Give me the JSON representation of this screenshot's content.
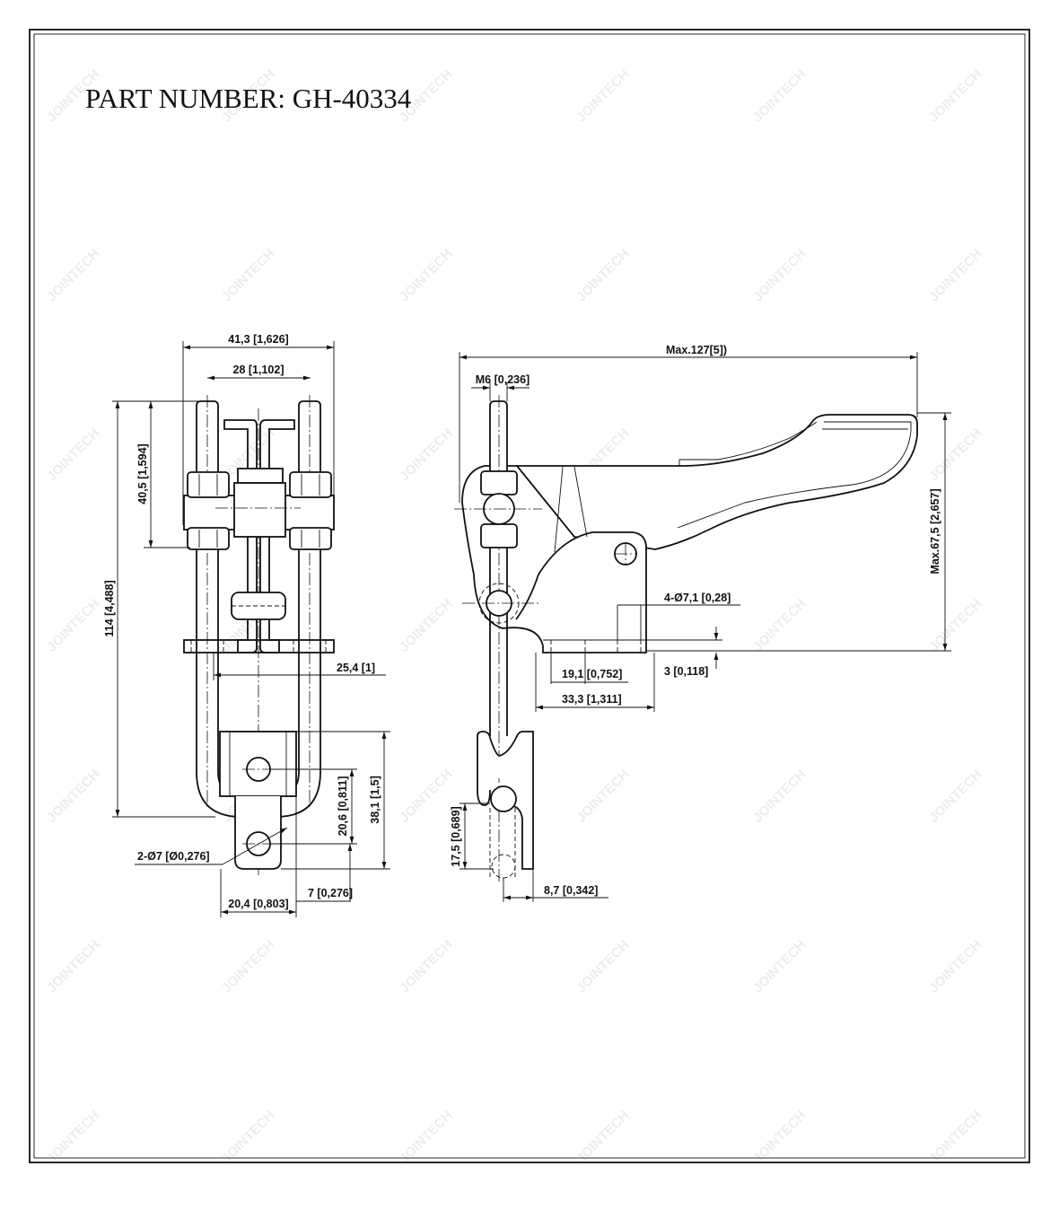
{
  "title": "PART NUMBER:  GH-40334",
  "watermark": "JOINTECH",
  "front_view": {
    "overall_width": "41,3 [1,626]",
    "stud_spacing": "28 [1,102]",
    "stud_height": "40,5 [1,594]",
    "overall_height": "114 [4,488]",
    "plate_offset": "25,4 [1]",
    "hole_spacing": "20,6 [0,811]",
    "bracket_height": "38,1 [1,5]",
    "hole_diameter": "2-Ø7 [Ø0,276]",
    "hole_edge": "7 [0,276]",
    "bracket_width": "20,4 [0,803]"
  },
  "side_view": {
    "max_length": "Max.127[5])",
    "thread": "M6 [0,236]",
    "max_height": "Max.67,5 [2,657]",
    "mount_holes": "4-Ø7,1 [0,28]",
    "base_thickness": "3 [0,118]",
    "hole_pitch": "19,1 [0,752]",
    "base_length": "33,3 [1,311]",
    "hook_travel": "17,5 [0,689]",
    "hook_offset": "8,7 [0,342]"
  }
}
